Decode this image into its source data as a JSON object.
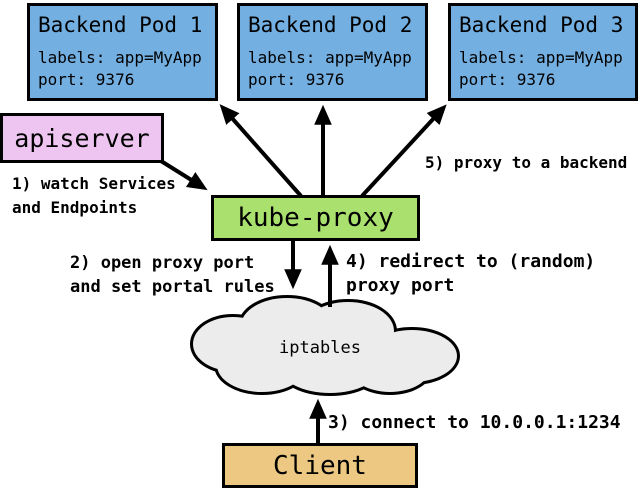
{
  "diagram": {
    "pods": [
      {
        "title": "Backend Pod 1",
        "labels_line": "labels: app=MyApp",
        "port_line": "port: 9376"
      },
      {
        "title": "Backend Pod 2",
        "labels_line": "labels: app=MyApp",
        "port_line": "port: 9376"
      },
      {
        "title": "Backend Pod 3",
        "labels_line": "labels: app=MyApp",
        "port_line": "port: 9376"
      }
    ],
    "nodes": {
      "apiserver": "apiserver",
      "kube_proxy": "kube-proxy",
      "iptables": "iptables",
      "client": "Client"
    },
    "annotations": {
      "step1": {
        "lines": [
          "1) watch Services",
          "and Endpoints"
        ]
      },
      "step2": {
        "lines": [
          "2) open proxy port",
          "and set portal rules"
        ]
      },
      "step3": {
        "lines": [
          "3) connect to 10.0.0.1:1234"
        ]
      },
      "step4": {
        "lines": [
          "4) redirect to (random)",
          "proxy port"
        ]
      },
      "step5": {
        "lines": [
          "5) proxy to a backend"
        ]
      }
    },
    "colors": {
      "pod_fill": "#73afe1",
      "apiserver_fill": "#eec5f0",
      "kube_proxy_fill": "#aae06e",
      "client_fill": "#ecc882",
      "cloud_fill": "#ececec",
      "border": "#000000",
      "background": "#ffffff"
    }
  }
}
